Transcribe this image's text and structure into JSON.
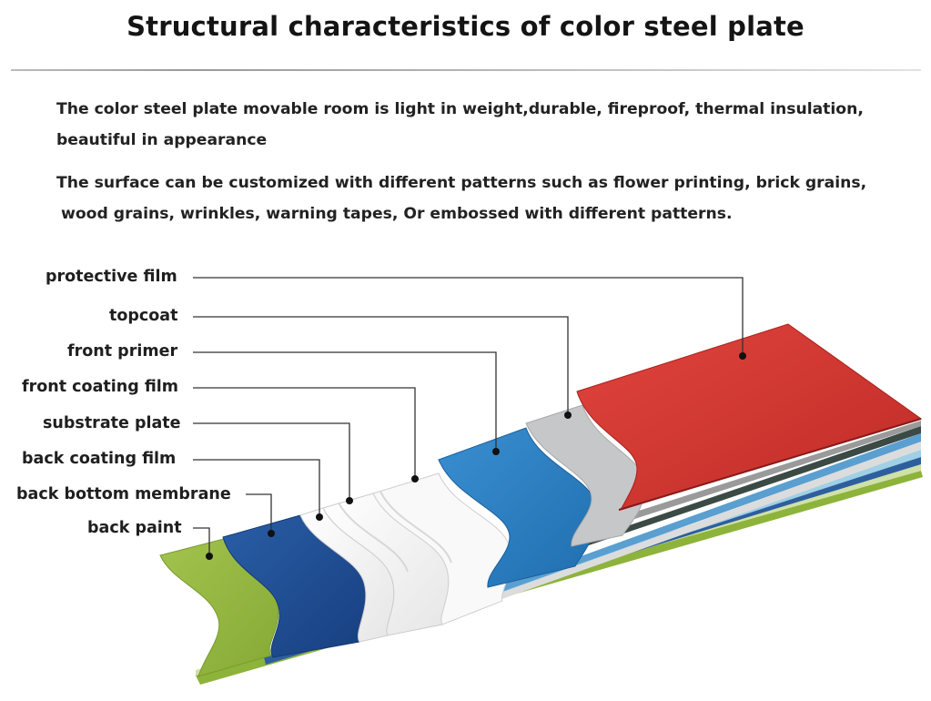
{
  "title": "Structural characteristics of color steel plate",
  "paragraphs": [
    {
      "lines": [
        "The color steel plate movable room is light in weight,durable, fireproof, thermal insulation,",
        "beautiful in appearance"
      ]
    },
    {
      "lines": [
        "The surface can be customized with different patterns such as flower printing, brick grains,",
        "wood grains, wrinkles, warning tapes, Or embossed with different patterns."
      ]
    }
  ],
  "layers": [
    {
      "label": "protective film",
      "color": "#d03530"
    },
    {
      "label": "topcoat",
      "color": "#c9cacc"
    },
    {
      "label": "front primer",
      "color": "#2a7fc0"
    },
    {
      "label": "front coating film",
      "color": "#f6f6f6"
    },
    {
      "label": "substrate plate",
      "color": "#f2f2f2"
    },
    {
      "label": "back coating film",
      "color": "#ebebeb"
    },
    {
      "label": "back bottom membrane",
      "color": "#1f4f95"
    },
    {
      "label": "back paint",
      "color": "#93b63e"
    }
  ]
}
